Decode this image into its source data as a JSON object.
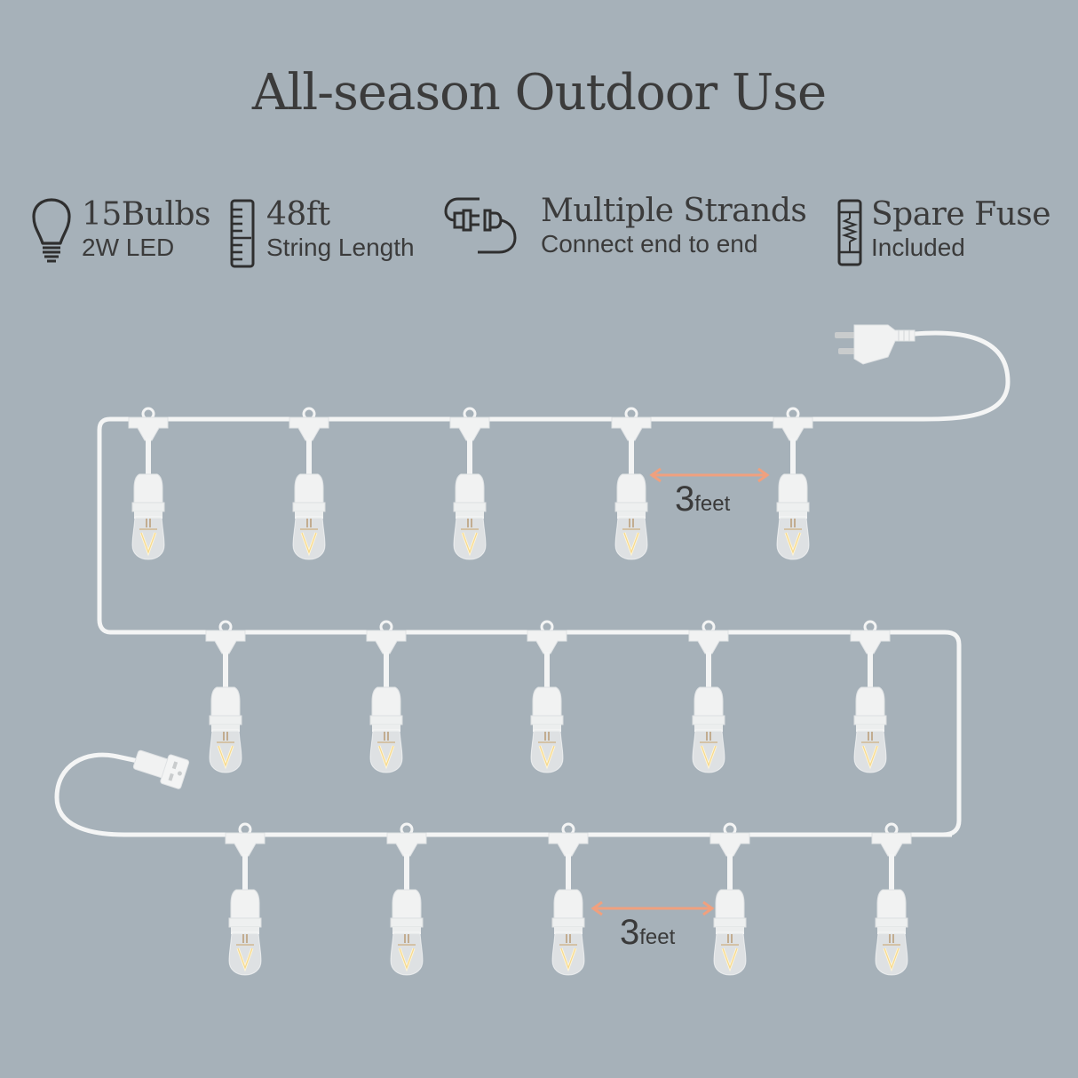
{
  "title": "All-season Outdoor Use",
  "features": [
    {
      "icon": "bulb-icon",
      "main": "15Bulbs",
      "sub": "2W LED"
    },
    {
      "icon": "ruler-icon",
      "main": "48ft",
      "sub": "String Length"
    },
    {
      "icon": "plug-connect-icon",
      "main": "Multiple Strands",
      "sub": "Connect end to end"
    },
    {
      "icon": "fuse-icon",
      "main": "Spare Fuse",
      "sub": "Included"
    }
  ],
  "spacing_labels": [
    {
      "num": "3",
      "unit": "feet"
    },
    {
      "num": "3",
      "unit": "feet"
    }
  ],
  "colors": {
    "background": "#a6b1b9",
    "text": "#3b3b3b",
    "cable": "#f4f5f5",
    "arrow": "#f0a07e"
  },
  "bulb_count": 15
}
